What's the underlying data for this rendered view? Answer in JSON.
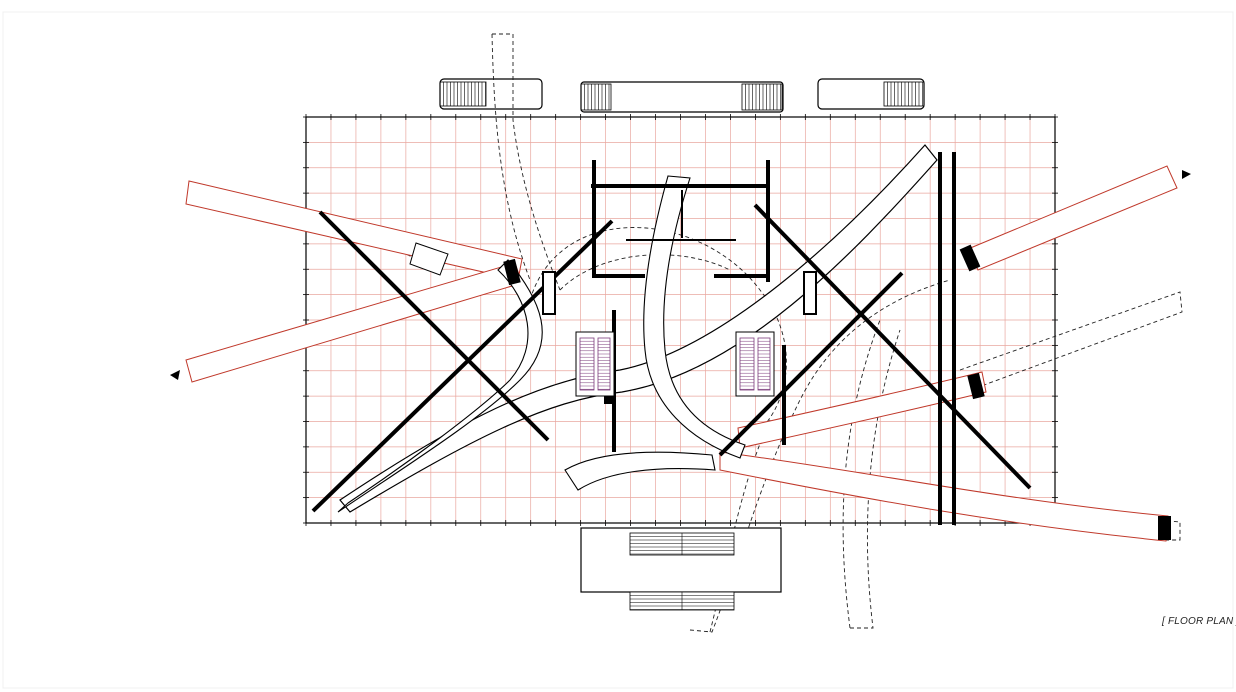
{
  "drawing": {
    "caption": "[ FLOOR PLAN ]",
    "grid": {
      "columns": 30,
      "rows": 16
    },
    "colors": {
      "grid": "#e9a79f",
      "ramp_outline": "#c0392b",
      "ramp_fill": "#ffffff",
      "walls": "#000000",
      "dashed": "#222222",
      "stair_hatch": "#7a3a7a"
    },
    "elements": {
      "slab": "floor-slab",
      "ramps": "ramps",
      "walls": "structural-walls",
      "stairs": "stair-cores",
      "canopies": "entrance-canopies",
      "direction_arrows": "direction-arrows"
    }
  }
}
